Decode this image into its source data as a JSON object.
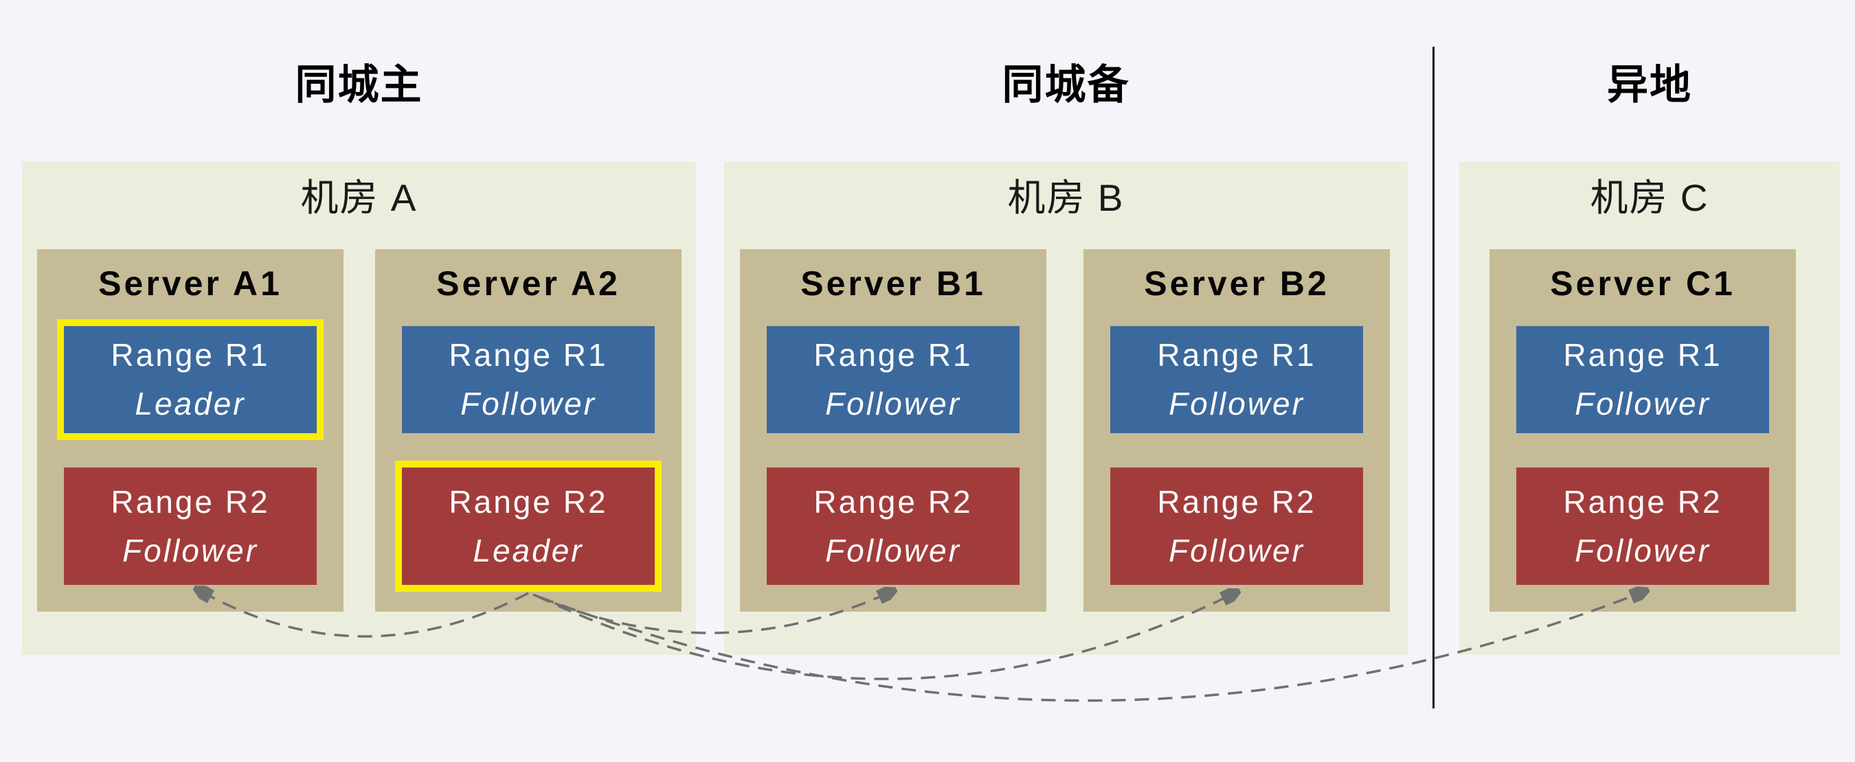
{
  "zones": [
    {
      "label": "同城主"
    },
    {
      "label": "同城备"
    },
    {
      "label": "异地"
    }
  ],
  "datacenters": [
    {
      "name": "机房 A",
      "servers": [
        {
          "name": "Server A1",
          "ranges": [
            {
              "label": "Range R1",
              "role": "Leader",
              "is_leader": true
            },
            {
              "label": "Range R2",
              "role": "Follower",
              "is_leader": false
            }
          ]
        },
        {
          "name": "Server A2",
          "ranges": [
            {
              "label": "Range R1",
              "role": "Follower",
              "is_leader": false
            },
            {
              "label": "Range R2",
              "role": "Leader",
              "is_leader": true
            }
          ]
        }
      ]
    },
    {
      "name": "机房 B",
      "servers": [
        {
          "name": "Server B1",
          "ranges": [
            {
              "label": "Range R1",
              "role": "Follower",
              "is_leader": false
            },
            {
              "label": "Range R2",
              "role": "Follower",
              "is_leader": false
            }
          ]
        },
        {
          "name": "Server B2",
          "ranges": [
            {
              "label": "Range R1",
              "role": "Follower",
              "is_leader": false
            },
            {
              "label": "Range R2",
              "role": "Follower",
              "is_leader": false
            }
          ]
        }
      ]
    },
    {
      "name": "机房 C",
      "servers": [
        {
          "name": "Server C1",
          "ranges": [
            {
              "label": "Range R1",
              "role": "Follower",
              "is_leader": false
            },
            {
              "label": "Range R2",
              "role": "Follower",
              "is_leader": false
            }
          ]
        }
      ]
    }
  ],
  "arrows": [
    {
      "from": "Server A2 Range R2 Leader",
      "to": "Server A1 Range R2 Follower"
    },
    {
      "from": "Server A2 Range R2 Leader",
      "to": "Server B1 Range R2 Follower"
    },
    {
      "from": "Server A2 Range R2 Leader",
      "to": "Server B2 Range R2 Follower"
    },
    {
      "from": "Server A2 Range R2 Leader",
      "to": "Server C1 Range R2 Follower"
    }
  ],
  "colors": {
    "background": "#F4F5FA",
    "datacenter_fill": "#ECEEDD",
    "server_fill": "#C6BB97",
    "range_r1_fill": "#3C699D",
    "range_r2_fill": "#A23C3C",
    "leader_highlight": "#FAEE00",
    "arrow": "#6F7070",
    "divider": "#111111"
  }
}
